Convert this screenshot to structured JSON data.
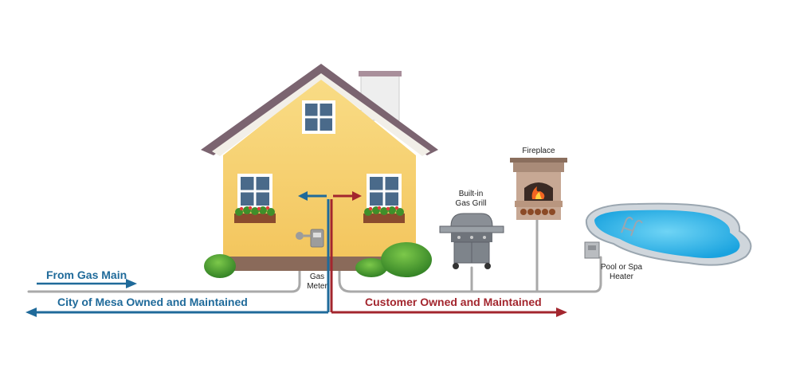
{
  "labels": {
    "from_gas_main": "From Gas Main",
    "city_owned": "City of Mesa Owned and Maintained",
    "customer_owned": "Customer Owned and Maintained",
    "gas_meter_line1": "Gas",
    "gas_meter_line2": "Meter",
    "grill_line1": "Built-in",
    "grill_line2": "Gas Grill",
    "fireplace": "Fireplace",
    "heater_line1": "Pool or Spa",
    "heater_line2": "Heater"
  },
  "colors": {
    "city_blue": "#1f6a9a",
    "customer_red": "#a3262e",
    "pipe_gray": "#a9a9a9",
    "house_wall": "#f7d57a",
    "roof_trim": "#7b6470",
    "pool_water": "#3fb8e8"
  },
  "icons": {
    "house": "house-icon",
    "meter": "gas-meter-icon",
    "grill": "gas-grill-icon",
    "fireplace": "fireplace-icon",
    "heater": "pool-heater-icon",
    "pool": "pool-icon"
  }
}
